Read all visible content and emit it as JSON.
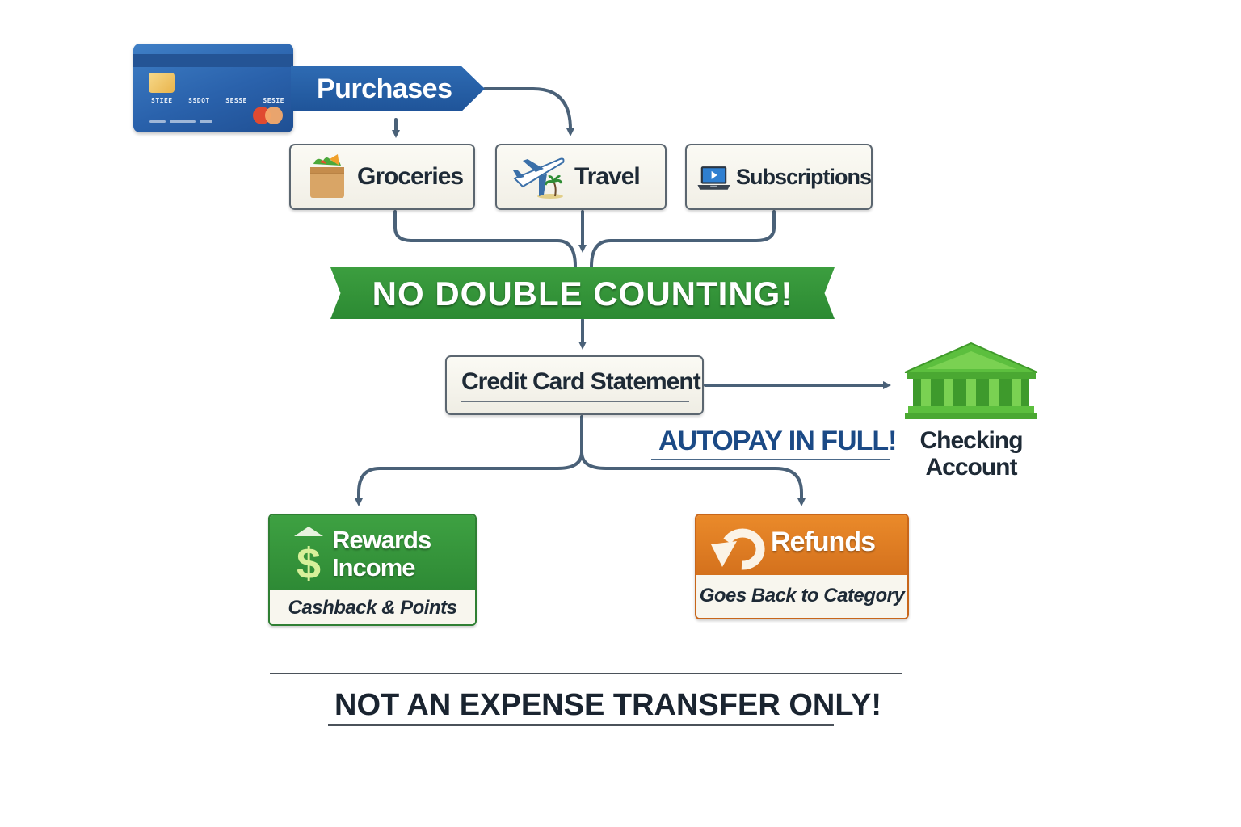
{
  "diagram": {
    "source": {
      "label": "Purchases",
      "card": {
        "number_groups": [
          "STIEE",
          "SSDOT",
          "SESSE",
          "SESIE"
        ],
        "color": "#2a62ac"
      }
    },
    "categories": [
      {
        "label": "Groceries",
        "icon": "grocery-bag-icon"
      },
      {
        "label": "Travel",
        "icon": "airplane-palm-icon"
      },
      {
        "label": "Subscriptions",
        "icon": "laptop-play-icon"
      }
    ],
    "banner": {
      "text": "NO DOUBLE COUNTING!",
      "color": "#2f8d35"
    },
    "statement": {
      "label": "Credit Card Statement"
    },
    "payment": {
      "label": "AUTOPAY IN FULL!",
      "destination": {
        "line1": "Checking",
        "line2": "Account",
        "icon": "bank-building-icon"
      }
    },
    "outcomes": {
      "rewards": {
        "title_line1": "Rewards",
        "title_line2": "Income",
        "subtitle": "Cashback & Points",
        "icon": "dollar-up-icon",
        "color": "#3a9a3e"
      },
      "refunds": {
        "title": "Refunds",
        "subtitle": "Goes Back to Category",
        "icon": "refund-arrow-icon",
        "color": "#e07f25"
      }
    },
    "footer": {
      "text": "NOT AN EXPENSE TRANSFER ONLY!"
    },
    "colors": {
      "connector": "#4a6178",
      "text_dark": "#1e2a36",
      "autopay_blue": "#1b4a86"
    }
  }
}
